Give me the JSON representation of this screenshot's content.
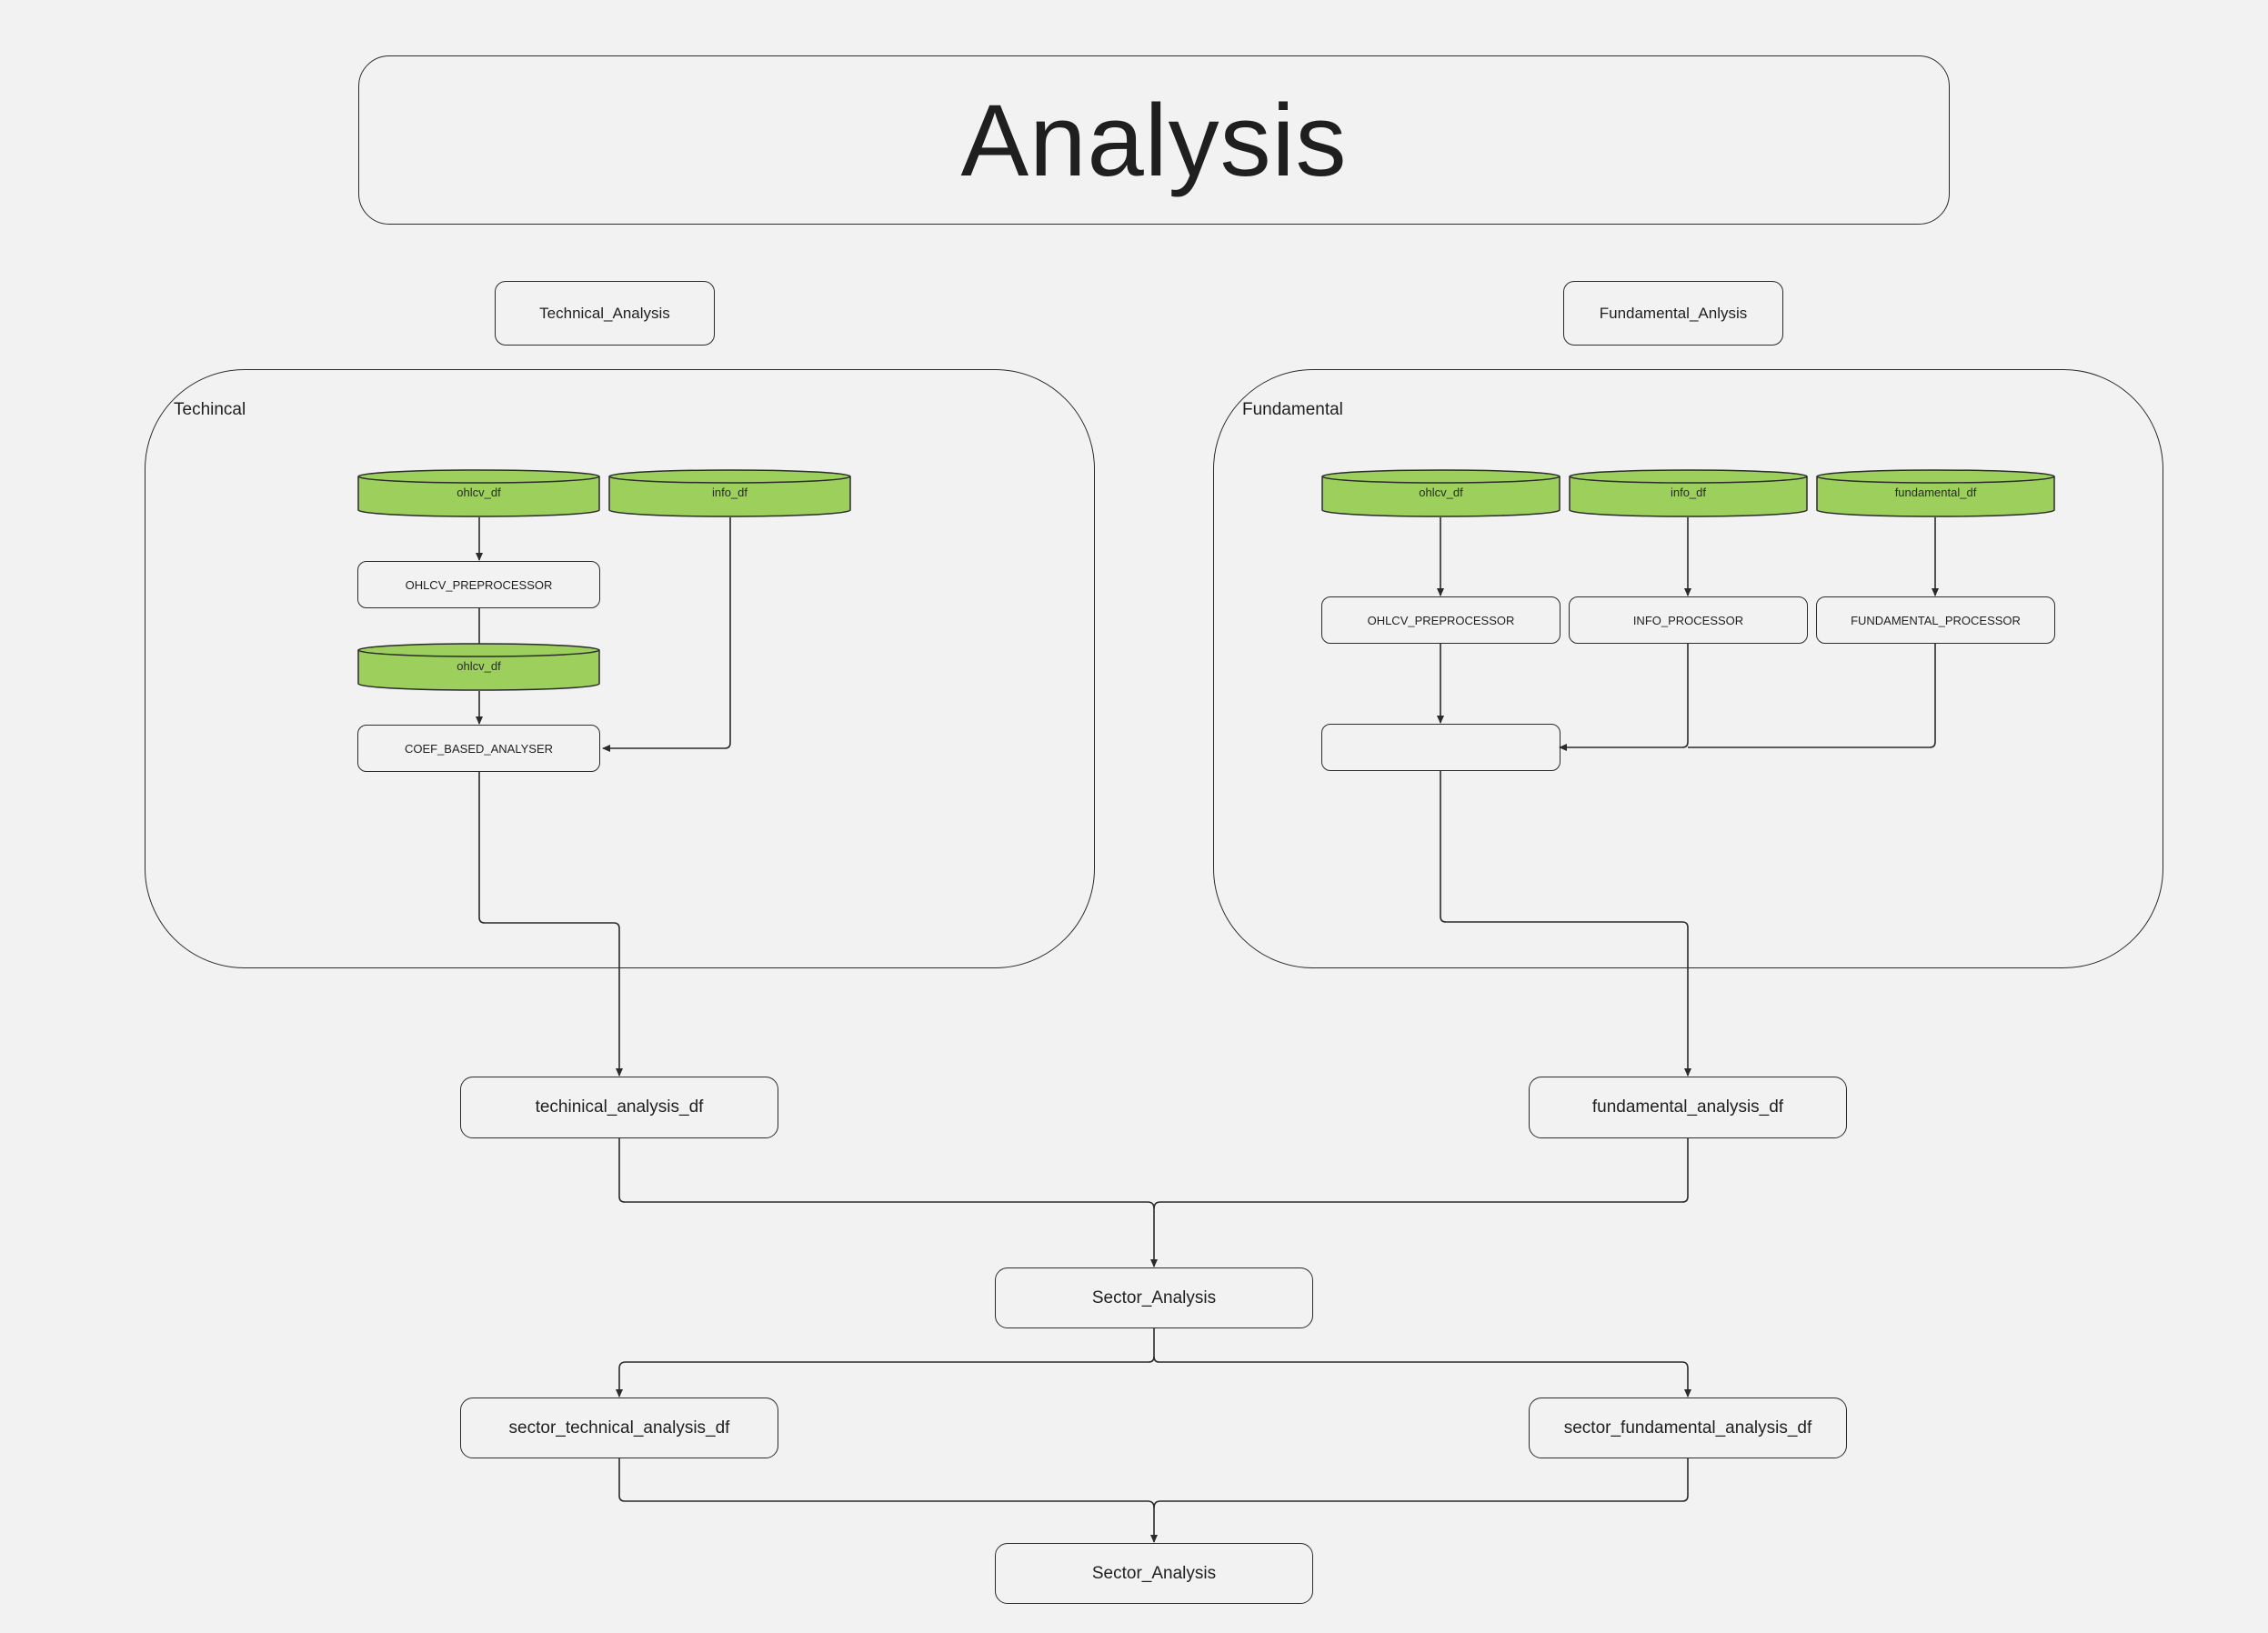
{
  "title": "Analysis",
  "headers": {
    "technical": "Technical_Analysis",
    "fundamental": "Fundamental_Anlysis"
  },
  "technical_group": {
    "label": "Techincal",
    "datasets": [
      "ohlcv_df",
      "info_df",
      "ohlcv_df"
    ],
    "processors": [
      "OHLCV_PREPROCESSOR",
      "COEF_BASED_ANALYSER"
    ]
  },
  "fundamental_group": {
    "label": "Fundamental",
    "datasets": [
      "ohlcv_df",
      "info_df",
      "fundamental_df"
    ],
    "processors": [
      "OHLCV_PREPROCESSOR",
      "INFO_PROCESSOR",
      "FUNDAMENTAL_PROCESSOR",
      ""
    ]
  },
  "outputs": {
    "technical": "techinical_analysis_df",
    "fundamental": "fundamental_analysis_df",
    "sector": "Sector_Analysis",
    "sector_technical": "sector_technical_analysis_df",
    "sector_fundamental": "sector_fundamental_analysis_df",
    "final": "Sector_Analysis"
  },
  "colors": {
    "dataset_fill": "#9ccf5c",
    "dataset_stroke": "#2b2b2b",
    "line": "#2b2b2b",
    "background": "#f2f2f2"
  }
}
